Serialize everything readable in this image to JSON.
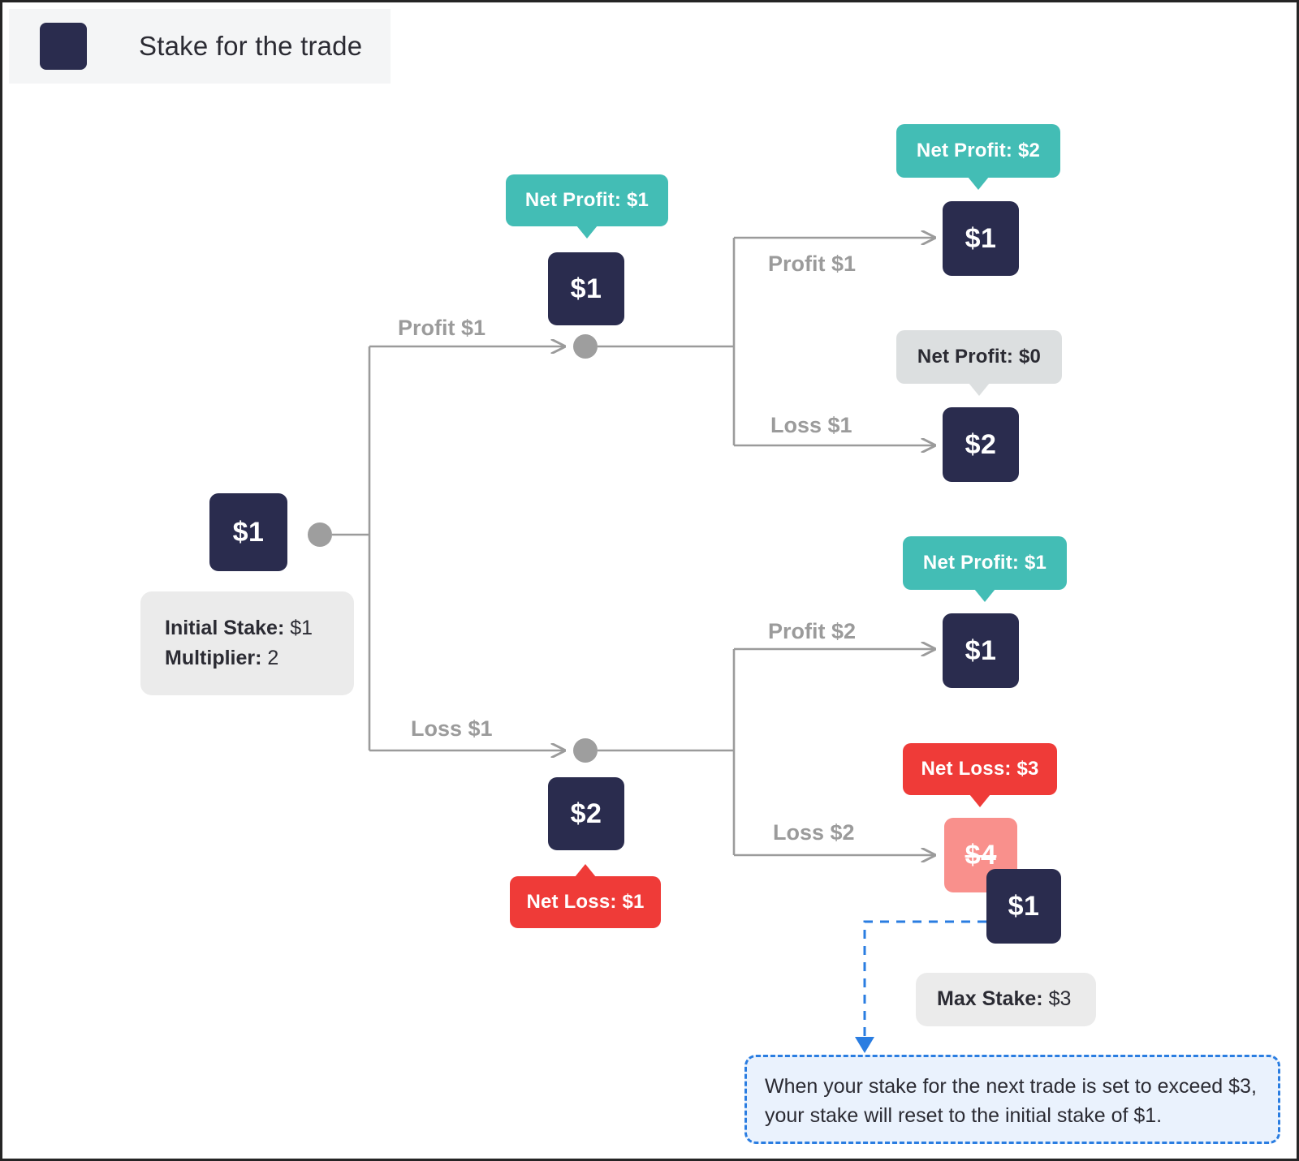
{
  "legend": {
    "swatch_color": "#2a2c4e",
    "label": "Stake for the trade"
  },
  "palette": {
    "stake_navy": "#2a2c4e",
    "profit_teal": "#43bdb5",
    "loss_red": "#ef3b38",
    "neutral_grey": "#dcdfe0",
    "voided_pink": "#f9908c",
    "wire_grey": "#9b9b9b",
    "callout_blue": "#2a7de1"
  },
  "root": {
    "node_label": "$1",
    "info": {
      "initial_stake_key": "Initial Stake:",
      "initial_stake_value": "$1",
      "multiplier_key": "Multiplier:",
      "multiplier_value": "2"
    }
  },
  "edges": {
    "root_profit": "Profit $1",
    "root_loss": "Loss $1",
    "upper_profit": "Profit $1",
    "upper_loss": "Loss $1",
    "lower_profit": "Profit $2",
    "lower_loss": "Loss $2"
  },
  "branches": {
    "upper": {
      "node_label": "$1",
      "bubble": "Net Profit: $1",
      "bubble_kind": "profit",
      "children": [
        {
          "node_label": "$1",
          "bubble": "Net Profit: $2",
          "bubble_kind": "profit"
        },
        {
          "node_label": "$2",
          "bubble": "Net Profit: $0",
          "bubble_kind": "neutral"
        }
      ]
    },
    "lower": {
      "node_label": "$2",
      "bubble": "Net Loss: $1",
      "bubble_kind": "loss",
      "children": [
        {
          "node_label": "$1",
          "bubble": "Net Profit: $1",
          "bubble_kind": "profit"
        },
        {
          "node_label": "$4",
          "bubble": "Net Loss: $3",
          "bubble_kind": "loss",
          "voided": true,
          "reset_label": "$1"
        }
      ]
    }
  },
  "max_stake": {
    "key": "Max Stake:",
    "value": "$3"
  },
  "callout": {
    "text": "When your stake for the next trade is set to exceed $3, your stake will reset to the initial stake of $1."
  }
}
